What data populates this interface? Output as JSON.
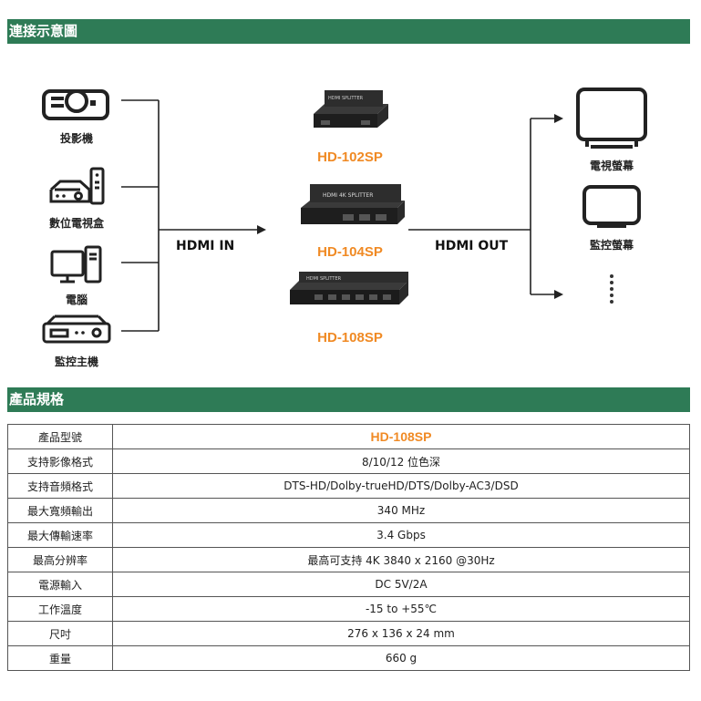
{
  "sections": {
    "connection_title": "連接示意圖",
    "spec_title": "產品規格"
  },
  "diagram": {
    "sources": [
      {
        "label": "投影機",
        "icon": "projector-icon"
      },
      {
        "label": "數位電視盒",
        "icon": "set-top-box-icon"
      },
      {
        "label": "電腦",
        "icon": "computer-icon"
      },
      {
        "label": "監控主機",
        "icon": "dvr-icon"
      }
    ],
    "input_label": "HDMI IN",
    "output_label": "HDMI OUT",
    "models": [
      "HD-102SP",
      "HD-104SP",
      "HD-108SP"
    ],
    "device_text": {
      "small": "HDMI SPLITTER",
      "medium": "HDMI 4K SPLITTER",
      "large": "HDMI SPLITTER"
    },
    "displays": [
      {
        "label": "電視螢幕",
        "icon": "tv-icon"
      },
      {
        "label": "監控螢幕",
        "icon": "monitor-icon"
      }
    ],
    "more_icon": "vertical-dots-icon"
  },
  "spec": {
    "rows": [
      {
        "key": "產品型號",
        "value": "HD-108SP"
      },
      {
        "key": "支持影像格式",
        "value": "8/10/12 位色深"
      },
      {
        "key": "支持音頻格式",
        "value": "DTS-HD/Dolby-trueHD/DTS/Dolby-AC3/DSD"
      },
      {
        "key": "最大寬頻輸出",
        "value": "340 MHz"
      },
      {
        "key": "最大傳輸速率",
        "value": "3.4 Gbps"
      },
      {
        "key": "最高分辨率",
        "value": "最高可支持 4K 3840 x 2160 @30Hz"
      },
      {
        "key": "電源輸入",
        "value": "DC 5V/2A"
      },
      {
        "key": "工作溫度",
        "value": "-15 to +55℃"
      },
      {
        "key": "尺吋",
        "value": "276 x 136 x 24 mm"
      },
      {
        "key": "重量",
        "value": "660 g"
      }
    ]
  },
  "colors": {
    "band": "#2e7b56",
    "model": "#f08a24",
    "text": "#222222"
  }
}
